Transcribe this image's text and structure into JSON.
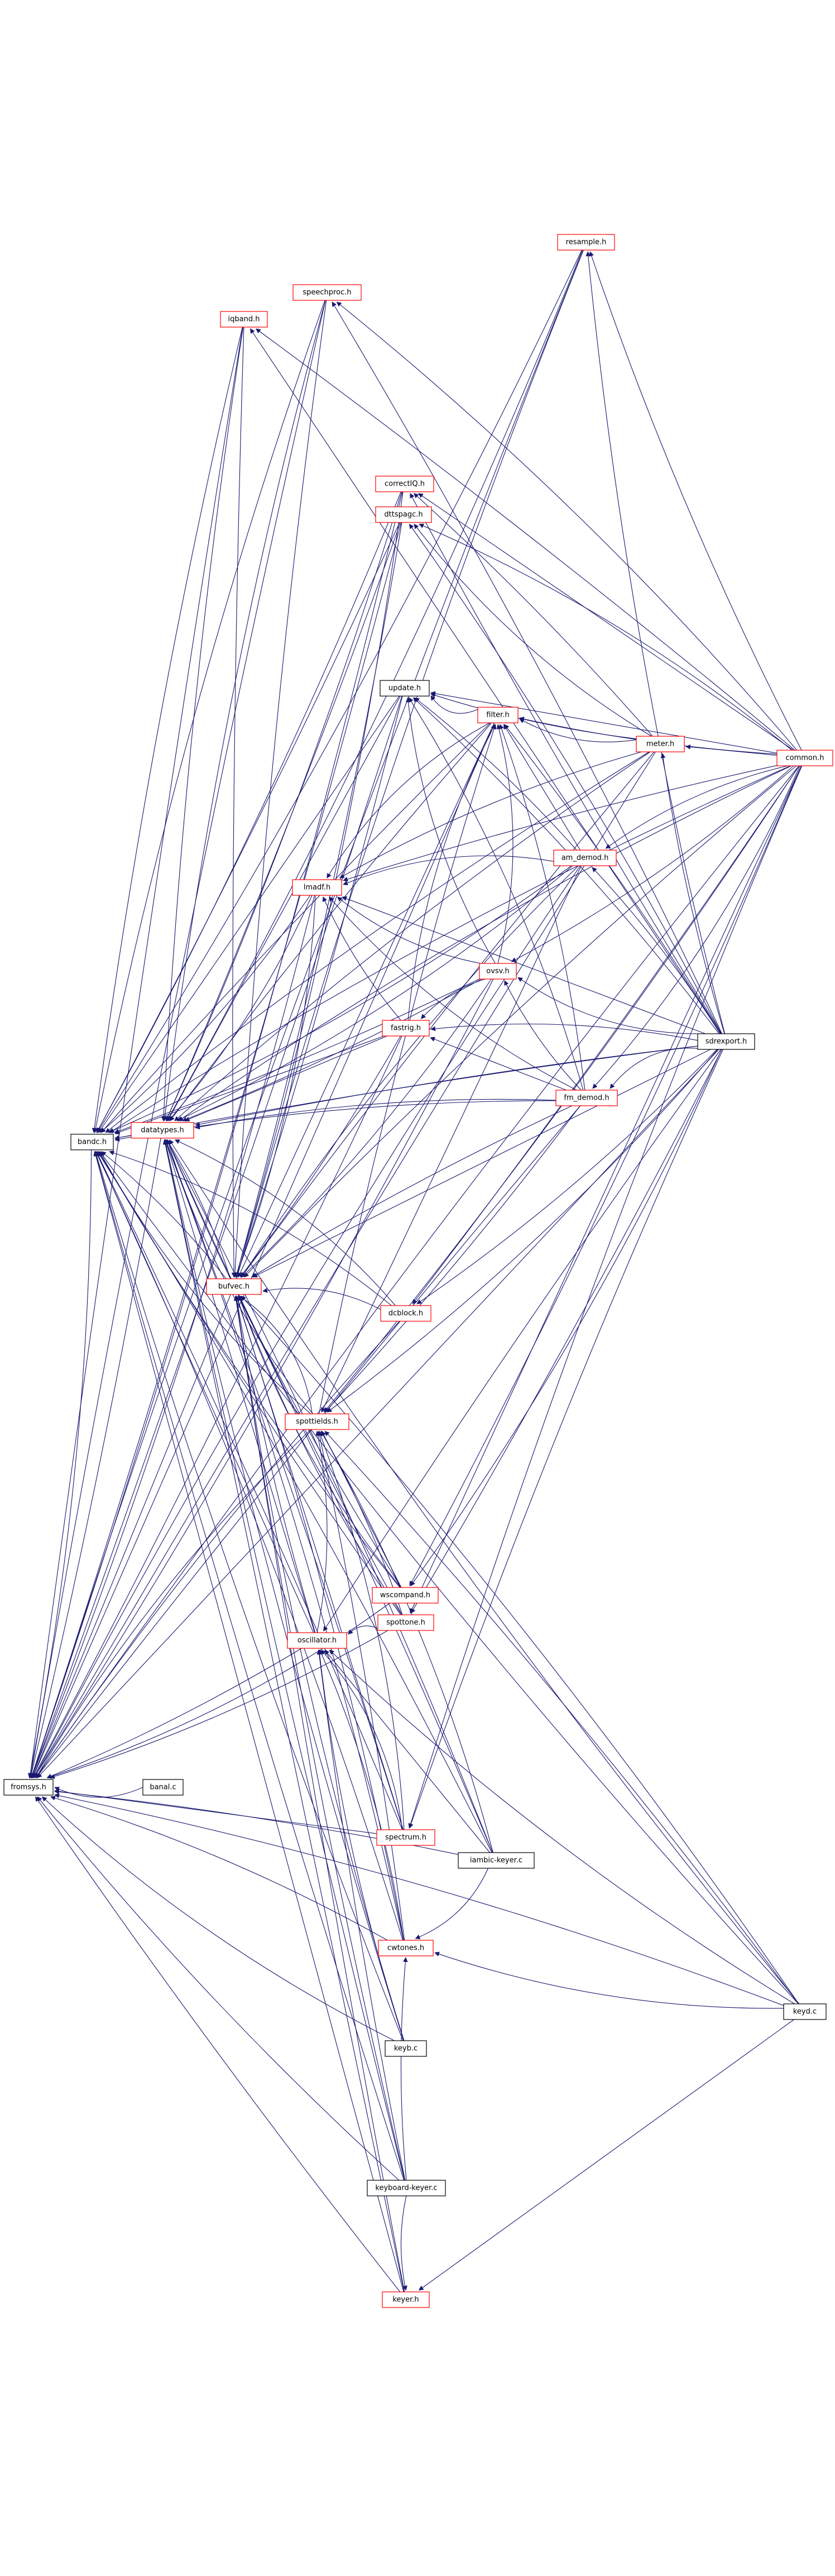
{
  "graph": {
    "root": "fromsys.h",
    "colors": {
      "edge": "#191970",
      "link_border": "#ff0000",
      "plain_border": "#000000",
      "root_fill": "#bfbfbf"
    },
    "nodes": [
      {
        "id": "fromsys",
        "label": "fromsys.h",
        "kind": "root"
      },
      {
        "id": "bandc",
        "label": "bandc.h",
        "kind": "plain"
      },
      {
        "id": "bandlc",
        "label": "banal.c",
        "kind": "plain"
      },
      {
        "id": "datatypes",
        "label": "datatypes.h",
        "kind": "link"
      },
      {
        "id": "bufvec",
        "label": "bufvec.h",
        "kind": "link"
      },
      {
        "id": "iqband",
        "label": "iqband.h",
        "kind": "link"
      },
      {
        "id": "speechproc",
        "label": "speechproc.h",
        "kind": "link"
      },
      {
        "id": "resample",
        "label": "resample.h",
        "kind": "link"
      },
      {
        "id": "correctiq",
        "label": "correctIQ.h",
        "kind": "link"
      },
      {
        "id": "dttspagc",
        "label": "dttspagc.h",
        "kind": "link"
      },
      {
        "id": "update",
        "label": "update.h",
        "kind": "plain"
      },
      {
        "id": "filter",
        "label": "filter.h",
        "kind": "link"
      },
      {
        "id": "meter",
        "label": "meter.h",
        "kind": "link"
      },
      {
        "id": "common",
        "label": "common.h",
        "kind": "link"
      },
      {
        "id": "amdemod",
        "label": "am_demod.h",
        "kind": "link"
      },
      {
        "id": "lmadf",
        "label": "lmadf.h",
        "kind": "link"
      },
      {
        "id": "ovsv",
        "label": "ovsv.h",
        "kind": "link"
      },
      {
        "id": "fastrig",
        "label": "fastrig.h",
        "kind": "link"
      },
      {
        "id": "sdrexport",
        "label": "sdrexport.h",
        "kind": "plain"
      },
      {
        "id": "fmdemod",
        "label": "fm_demod.h",
        "kind": "link"
      },
      {
        "id": "dcblock",
        "label": "dcblock.h",
        "kind": "link"
      },
      {
        "id": "spottields",
        "label": "spottields.h",
        "kind": "link"
      },
      {
        "id": "wscompand",
        "label": "wscompand.h",
        "kind": "link"
      },
      {
        "id": "spottone",
        "label": "spottone.h",
        "kind": "link"
      },
      {
        "id": "oscillator",
        "label": "oscillator.h",
        "kind": "link"
      },
      {
        "id": "spectrum",
        "label": "spectrum.h",
        "kind": "link"
      },
      {
        "id": "iambickeyer",
        "label": "iambic-keyer.c",
        "kind": "plain"
      },
      {
        "id": "cwtones",
        "label": "cwtones.h",
        "kind": "link"
      },
      {
        "id": "keydc",
        "label": "keyd.c",
        "kind": "plain"
      },
      {
        "id": "keybc",
        "label": "keyb.c",
        "kind": "plain"
      },
      {
        "id": "keyboardkeyer",
        "label": "keyboard-keyer.c",
        "kind": "plain"
      },
      {
        "id": "keyer",
        "label": "keyer.h",
        "kind": "link"
      }
    ],
    "edges": [
      [
        "bandc",
        "fromsys"
      ],
      [
        "bandlc",
        "fromsys"
      ],
      [
        "datatypes",
        "fromsys"
      ],
      [
        "bufvec",
        "fromsys"
      ],
      [
        "iqband",
        "fromsys"
      ],
      [
        "speechproc",
        "fromsys"
      ],
      [
        "resample",
        "fromsys"
      ],
      [
        "correctiq",
        "fromsys"
      ],
      [
        "dttspagc",
        "fromsys"
      ],
      [
        "update",
        "fromsys"
      ],
      [
        "filter",
        "fromsys"
      ],
      [
        "meter",
        "fromsys"
      ],
      [
        "common",
        "fromsys"
      ],
      [
        "amdemod",
        "fromsys"
      ],
      [
        "lmadf",
        "fromsys"
      ],
      [
        "ovsv",
        "fromsys"
      ],
      [
        "fastrig",
        "fromsys"
      ],
      [
        "sdrexport",
        "fromsys"
      ],
      [
        "fmdemod",
        "fromsys"
      ],
      [
        "dcblock",
        "fromsys"
      ],
      [
        "spottields",
        "fromsys"
      ],
      [
        "wscompand",
        "fromsys"
      ],
      [
        "spottone",
        "fromsys"
      ],
      [
        "oscillator",
        "fromsys"
      ],
      [
        "spectrum",
        "fromsys"
      ],
      [
        "iambickeyer",
        "fromsys"
      ],
      [
        "cwtones",
        "fromsys"
      ],
      [
        "keydc",
        "fromsys"
      ],
      [
        "keybc",
        "fromsys"
      ],
      [
        "keyboardkeyer",
        "fromsys"
      ],
      [
        "keyer",
        "fromsys"
      ],
      [
        "datatypes",
        "bandc"
      ],
      [
        "bufvec",
        "bandc"
      ],
      [
        "iqband",
        "bandc"
      ],
      [
        "speechproc",
        "bandc"
      ],
      [
        "resample",
        "bandc"
      ],
      [
        "correctiq",
        "bandc"
      ],
      [
        "dttspagc",
        "bandc"
      ],
      [
        "update",
        "bandc"
      ],
      [
        "filter",
        "bandc"
      ],
      [
        "meter",
        "bandc"
      ],
      [
        "common",
        "bandc"
      ],
      [
        "amdemod",
        "bandc"
      ],
      [
        "lmadf",
        "bandc"
      ],
      [
        "ovsv",
        "bandc"
      ],
      [
        "fastrig",
        "bandc"
      ],
      [
        "sdrexport",
        "bandc"
      ],
      [
        "fmdemod",
        "bandc"
      ],
      [
        "dcblock",
        "bandc"
      ],
      [
        "spottields",
        "bandc"
      ],
      [
        "wscompand",
        "bandc"
      ],
      [
        "spottone",
        "bandc"
      ],
      [
        "oscillator",
        "bandc"
      ],
      [
        "spectrum",
        "bandc"
      ],
      [
        "iambickeyer",
        "bandc"
      ],
      [
        "cwtones",
        "bandc"
      ],
      [
        "keydc",
        "bandc"
      ],
      [
        "keybc",
        "bandc"
      ],
      [
        "keyboardkeyer",
        "bandc"
      ],
      [
        "keyer",
        "bandc"
      ],
      [
        "bufvec",
        "datatypes"
      ],
      [
        "iqband",
        "datatypes"
      ],
      [
        "speechproc",
        "datatypes"
      ],
      [
        "resample",
        "datatypes"
      ],
      [
        "correctiq",
        "datatypes"
      ],
      [
        "dttspagc",
        "datatypes"
      ],
      [
        "update",
        "datatypes"
      ],
      [
        "filter",
        "datatypes"
      ],
      [
        "meter",
        "datatypes"
      ],
      [
        "common",
        "datatypes"
      ],
      [
        "amdemod",
        "datatypes"
      ],
      [
        "lmadf",
        "datatypes"
      ],
      [
        "ovsv",
        "datatypes"
      ],
      [
        "fastrig",
        "datatypes"
      ],
      [
        "sdrexport",
        "datatypes"
      ],
      [
        "fmdemod",
        "datatypes"
      ],
      [
        "dcblock",
        "datatypes"
      ],
      [
        "spottields",
        "datatypes"
      ],
      [
        "wscompand",
        "datatypes"
      ],
      [
        "spottone",
        "datatypes"
      ],
      [
        "oscillator",
        "datatypes"
      ],
      [
        "spectrum",
        "datatypes"
      ],
      [
        "iambickeyer",
        "datatypes"
      ],
      [
        "cwtones",
        "datatypes"
      ],
      [
        "keydc",
        "datatypes"
      ],
      [
        "keybc",
        "datatypes"
      ],
      [
        "keyboardkeyer",
        "datatypes"
      ],
      [
        "keyer",
        "datatypes"
      ],
      [
        "iqband",
        "bufvec"
      ],
      [
        "speechproc",
        "bufvec"
      ],
      [
        "resample",
        "bufvec"
      ],
      [
        "correctiq",
        "bufvec"
      ],
      [
        "dttspagc",
        "bufvec"
      ],
      [
        "update",
        "bufvec"
      ],
      [
        "filter",
        "bufvec"
      ],
      [
        "meter",
        "bufvec"
      ],
      [
        "common",
        "bufvec"
      ],
      [
        "amdemod",
        "bufvec"
      ],
      [
        "lmadf",
        "bufvec"
      ],
      [
        "ovsv",
        "bufvec"
      ],
      [
        "fastrig",
        "bufvec"
      ],
      [
        "sdrexport",
        "bufvec"
      ],
      [
        "fmdemod",
        "bufvec"
      ],
      [
        "dcblock",
        "bufvec"
      ],
      [
        "spottields",
        "bufvec"
      ],
      [
        "wscompand",
        "bufvec"
      ],
      [
        "spottone",
        "bufvec"
      ],
      [
        "oscillator",
        "bufvec"
      ],
      [
        "spectrum",
        "bufvec"
      ],
      [
        "iambickeyer",
        "bufvec"
      ],
      [
        "cwtones",
        "bufvec"
      ],
      [
        "keydc",
        "bufvec"
      ],
      [
        "keybc",
        "bufvec"
      ],
      [
        "keyboardkeyer",
        "bufvec"
      ],
      [
        "keyer",
        "bufvec"
      ],
      [
        "sdrexport",
        "iqband"
      ],
      [
        "common",
        "iqband"
      ],
      [
        "sdrexport",
        "speechproc"
      ],
      [
        "common",
        "speechproc"
      ],
      [
        "sdrexport",
        "resample"
      ],
      [
        "common",
        "resample"
      ],
      [
        "sdrexport",
        "correctiq"
      ],
      [
        "common",
        "correctiq"
      ],
      [
        "meter",
        "correctiq"
      ],
      [
        "sdrexport",
        "dttspagc"
      ],
      [
        "common",
        "dttspagc"
      ],
      [
        "meter",
        "dttspagc"
      ],
      [
        "filter",
        "update"
      ],
      [
        "meter",
        "update"
      ],
      [
        "common",
        "update"
      ],
      [
        "amdemod",
        "update"
      ],
      [
        "sdrexport",
        "update"
      ],
      [
        "fmdemod",
        "update"
      ],
      [
        "ovsv",
        "update"
      ],
      [
        "meter",
        "filter"
      ],
      [
        "common",
        "filter"
      ],
      [
        "amdemod",
        "filter"
      ],
      [
        "sdrexport",
        "filter"
      ],
      [
        "fmdemod",
        "filter"
      ],
      [
        "ovsv",
        "filter"
      ],
      [
        "fastrig",
        "filter"
      ],
      [
        "spottields",
        "filter"
      ],
      [
        "sdrexport",
        "meter"
      ],
      [
        "common",
        "meter"
      ],
      [
        "sdrexport",
        "amdemod"
      ],
      [
        "common",
        "amdemod"
      ],
      [
        "amdemod",
        "lmadf"
      ],
      [
        "fmdemod",
        "lmadf"
      ],
      [
        "ovsv",
        "lmadf"
      ],
      [
        "fastrig",
        "lmadf"
      ],
      [
        "sdrexport",
        "lmadf"
      ],
      [
        "common",
        "lmadf"
      ],
      [
        "meter",
        "lmadf"
      ],
      [
        "filter",
        "lmadf"
      ],
      [
        "sdrexport",
        "ovsv"
      ],
      [
        "common",
        "ovsv"
      ],
      [
        "fmdemod",
        "ovsv"
      ],
      [
        "fmdemod",
        "fastrig"
      ],
      [
        "ovsv",
        "fastrig"
      ],
      [
        "sdrexport",
        "fastrig"
      ],
      [
        "sdrexport",
        "fmdemod"
      ],
      [
        "common",
        "fmdemod"
      ],
      [
        "sdrexport",
        "dcblock"
      ],
      [
        "common",
        "dcblock"
      ],
      [
        "wscompand",
        "spottields"
      ],
      [
        "spottone",
        "spottields"
      ],
      [
        "oscillator",
        "spottields"
      ],
      [
        "spectrum",
        "spottields"
      ],
      [
        "sdrexport",
        "spottields"
      ],
      [
        "common",
        "spottields"
      ],
      [
        "fmdemod",
        "spottields"
      ],
      [
        "amdemod",
        "spottields"
      ],
      [
        "cwtones",
        "spottields"
      ],
      [
        "keydc",
        "spottields"
      ],
      [
        "iambickeyer",
        "spottields"
      ],
      [
        "sdrexport",
        "wscompand"
      ],
      [
        "common",
        "wscompand"
      ],
      [
        "sdrexport",
        "spottone"
      ],
      [
        "common",
        "spottone"
      ],
      [
        "spottone",
        "oscillator"
      ],
      [
        "cwtones",
        "oscillator"
      ],
      [
        "spectrum",
        "oscillator"
      ],
      [
        "keydc",
        "oscillator"
      ],
      [
        "keybc",
        "oscillator"
      ],
      [
        "keyboardkeyer",
        "oscillator"
      ],
      [
        "iambickeyer",
        "oscillator"
      ],
      [
        "sdrexport",
        "oscillator"
      ],
      [
        "sdrexport",
        "spectrum"
      ],
      [
        "common",
        "spectrum"
      ],
      [
        "keydc",
        "cwtones"
      ],
      [
        "iambickeyer",
        "cwtones"
      ],
      [
        "keyboardkeyer",
        "cwtones"
      ],
      [
        "keydc",
        "keyer"
      ],
      [
        "keyboardkeyer",
        "keyer"
      ]
    ]
  }
}
